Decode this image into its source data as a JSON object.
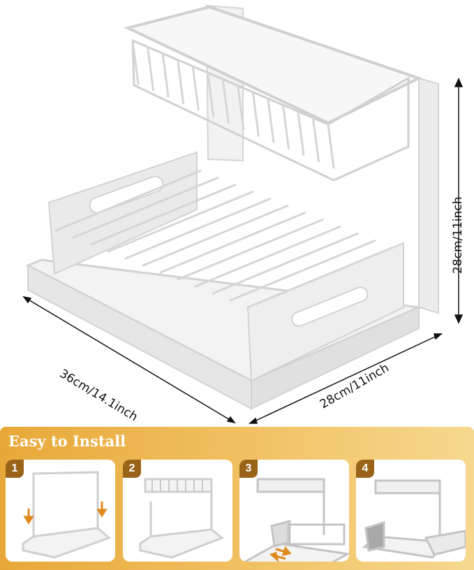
{
  "dimensions": {
    "width": "36cm/14.1inch",
    "depth": "28cm/11inch",
    "height": "28cm/11inch"
  },
  "install": {
    "title": "Easy to Install",
    "steps": [
      {
        "number": "1"
      },
      {
        "number": "2"
      },
      {
        "number": "3"
      },
      {
        "number": "4"
      }
    ]
  },
  "colors": {
    "panel": "#e8a838",
    "badge": "#9a6418",
    "arrow": "#e08a1e",
    "rack": "#c8c8c8"
  }
}
